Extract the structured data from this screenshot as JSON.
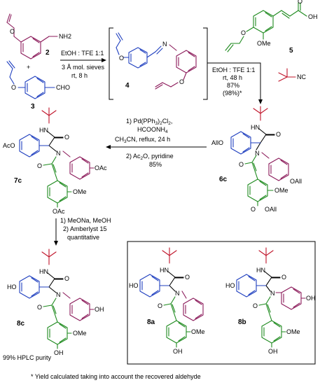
{
  "colors": {
    "black": "#000000",
    "blue": "#1f3fbf",
    "purple": "#8b1a5a",
    "green": "#1e8a1e",
    "red": "#c0142a"
  },
  "labels": {
    "amine_group": "NH2",
    "aldehyde_group": "CHO",
    "acid_group": "OH",
    "ome": "OMe",
    "imine_n": "N",
    "isocyanide_group": "NC",
    "plus": "+",
    "amide_nh": "HN",
    "amide_n": "N",
    "carbonyl_o": "O",
    "oall": "OAll",
    "all_o": "AllO",
    "oac": "OAc",
    "aco": "AcO",
    "ho": "HO",
    "oh": "OH"
  },
  "compounds": {
    "c2": "2",
    "c3": "3",
    "c4": "4",
    "c5": "5",
    "c6c": "6c",
    "c7c": "7c",
    "c8c": "8c",
    "c8a": "8a",
    "c8b": "8b"
  },
  "conditions": {
    "step1": [
      "EtOH : TFE 1:1",
      "3 Å mol. sieves",
      "rt, 8 h"
    ],
    "step2": [
      "EtOH : TFE 1:1",
      "rt, 48 h",
      "87%",
      "(98%)*"
    ],
    "step3": [
      "1) Pd(PPh3)2Cl2,",
      "HCOONH4",
      "CH3CN, reflux, 24 h",
      "2) Ac2O, pyridine",
      "85%"
    ],
    "step4": [
      "1) MeONa, MeOH",
      "2) Amberlyst 15",
      "quantitative"
    ]
  },
  "purity": "99% HPLC purity",
  "footnote": "* Yield calculated taking into account the recovered aldehyde"
}
